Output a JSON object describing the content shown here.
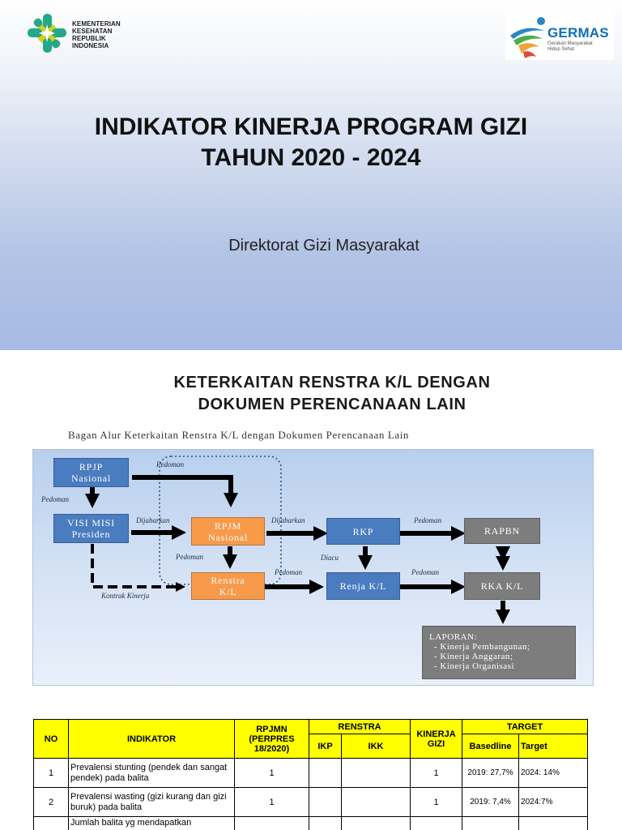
{
  "slide1": {
    "kemenkes_lines": [
      "KEMENTERIAN",
      "KESEHATAN",
      "REPUBLIK",
      "INDONESIA"
    ],
    "germas_title": "GERMAS",
    "germas_sub_lines": [
      "Gerakan Masyarakat",
      "Hidup Sehat"
    ],
    "title_lines": [
      "INDIKATOR KINERJA PROGRAM GIZI",
      "TAHUN 2020 - 2024"
    ],
    "subtitle": "Direktorat Gizi Masyarakat",
    "colors": {
      "kemenkes_green": "#23a88a",
      "kemenkes_yellow": "#d6d11a",
      "germas_blue": "#0d6fb8"
    }
  },
  "slide2": {
    "title_lines": [
      "KETERKAITAN RENSTRA K/L DENGAN",
      "DOKUMEN PERENCANAAN LAIN"
    ],
    "caption": "Bagan Alur Keterkaitan Renstra K/L dengan Dokumen Perencanaan Lain",
    "nodes": {
      "rpjp": [
        "RPJP",
        "Nasional"
      ],
      "visi": [
        "VISI MISI",
        "Presiden"
      ],
      "rpjm": [
        "RPJM",
        "Nasional"
      ],
      "renstra": [
        "Renstra",
        "K/L"
      ],
      "rkp": "RKP",
      "renja": "Renja K/L",
      "rapbn": "RAPBN",
      "rka": "RKA K/L"
    },
    "edges": {
      "pedoman_top": "Pedoman",
      "pedoman_left": "Pedoman",
      "dijabarkan1": "Dijabarkan",
      "dijabarkan2": "Dijabarkan",
      "pedoman_rkp_rapbn": "Pedoman",
      "pedoman_rpjm_renstra": "Pedoman",
      "pedoman_renstra_renja": "Pedoman",
      "diacu": "Diacu",
      "pedoman_renja_rka": "Pedoman",
      "kontrak": "Kontrak Kinerja"
    },
    "report": {
      "title": "LAPORAN:",
      "items": [
        "-  Kinerja Pembangunan;",
        "-  Kinerja Anggaran;",
        "-  Kinerja Organisasi"
      ]
    },
    "colors": {
      "node_blue": "#4a7cc0",
      "node_orange": "#f79a4a",
      "node_gray": "#7d7d7d"
    }
  },
  "table": {
    "headers": {
      "no": "NO",
      "indikator": "INDIKATOR",
      "rpjmn": "RPJMN (PERPRES 18/2020)",
      "renstra": "RENSTRA",
      "ikp": "IKP",
      "ikk": "IKK",
      "kinerja": "KINERJA GIZI",
      "target": "TARGET",
      "baseline": "Basedline",
      "target_sub": "Target"
    },
    "rows": [
      {
        "no": "1",
        "indikator": "Prevalensi stunting (pendek dan sangat pendek) pada balita",
        "rpjmn": "1",
        "ikp": "",
        "ikk": "",
        "kinerja": "1",
        "baseline": "2019: 27,7%",
        "target": "2024: 14%"
      },
      {
        "no": "2",
        "indikator": "Prevalensi wasting (gizi kurang dan gizi buruk) pada balita",
        "rpjmn": "1",
        "ikp": "",
        "ikk": "",
        "kinerja": "1",
        "baseline": "2019: 7,4%",
        "target": "2024:7%"
      },
      {
        "no": "",
        "indikator": "Jumlah balita yg mendapatkan",
        "rpjmn": "",
        "ikp": "",
        "ikk": "",
        "kinerja": "",
        "baseline": "",
        "target": ""
      }
    ],
    "header_color": "#ffff00"
  }
}
